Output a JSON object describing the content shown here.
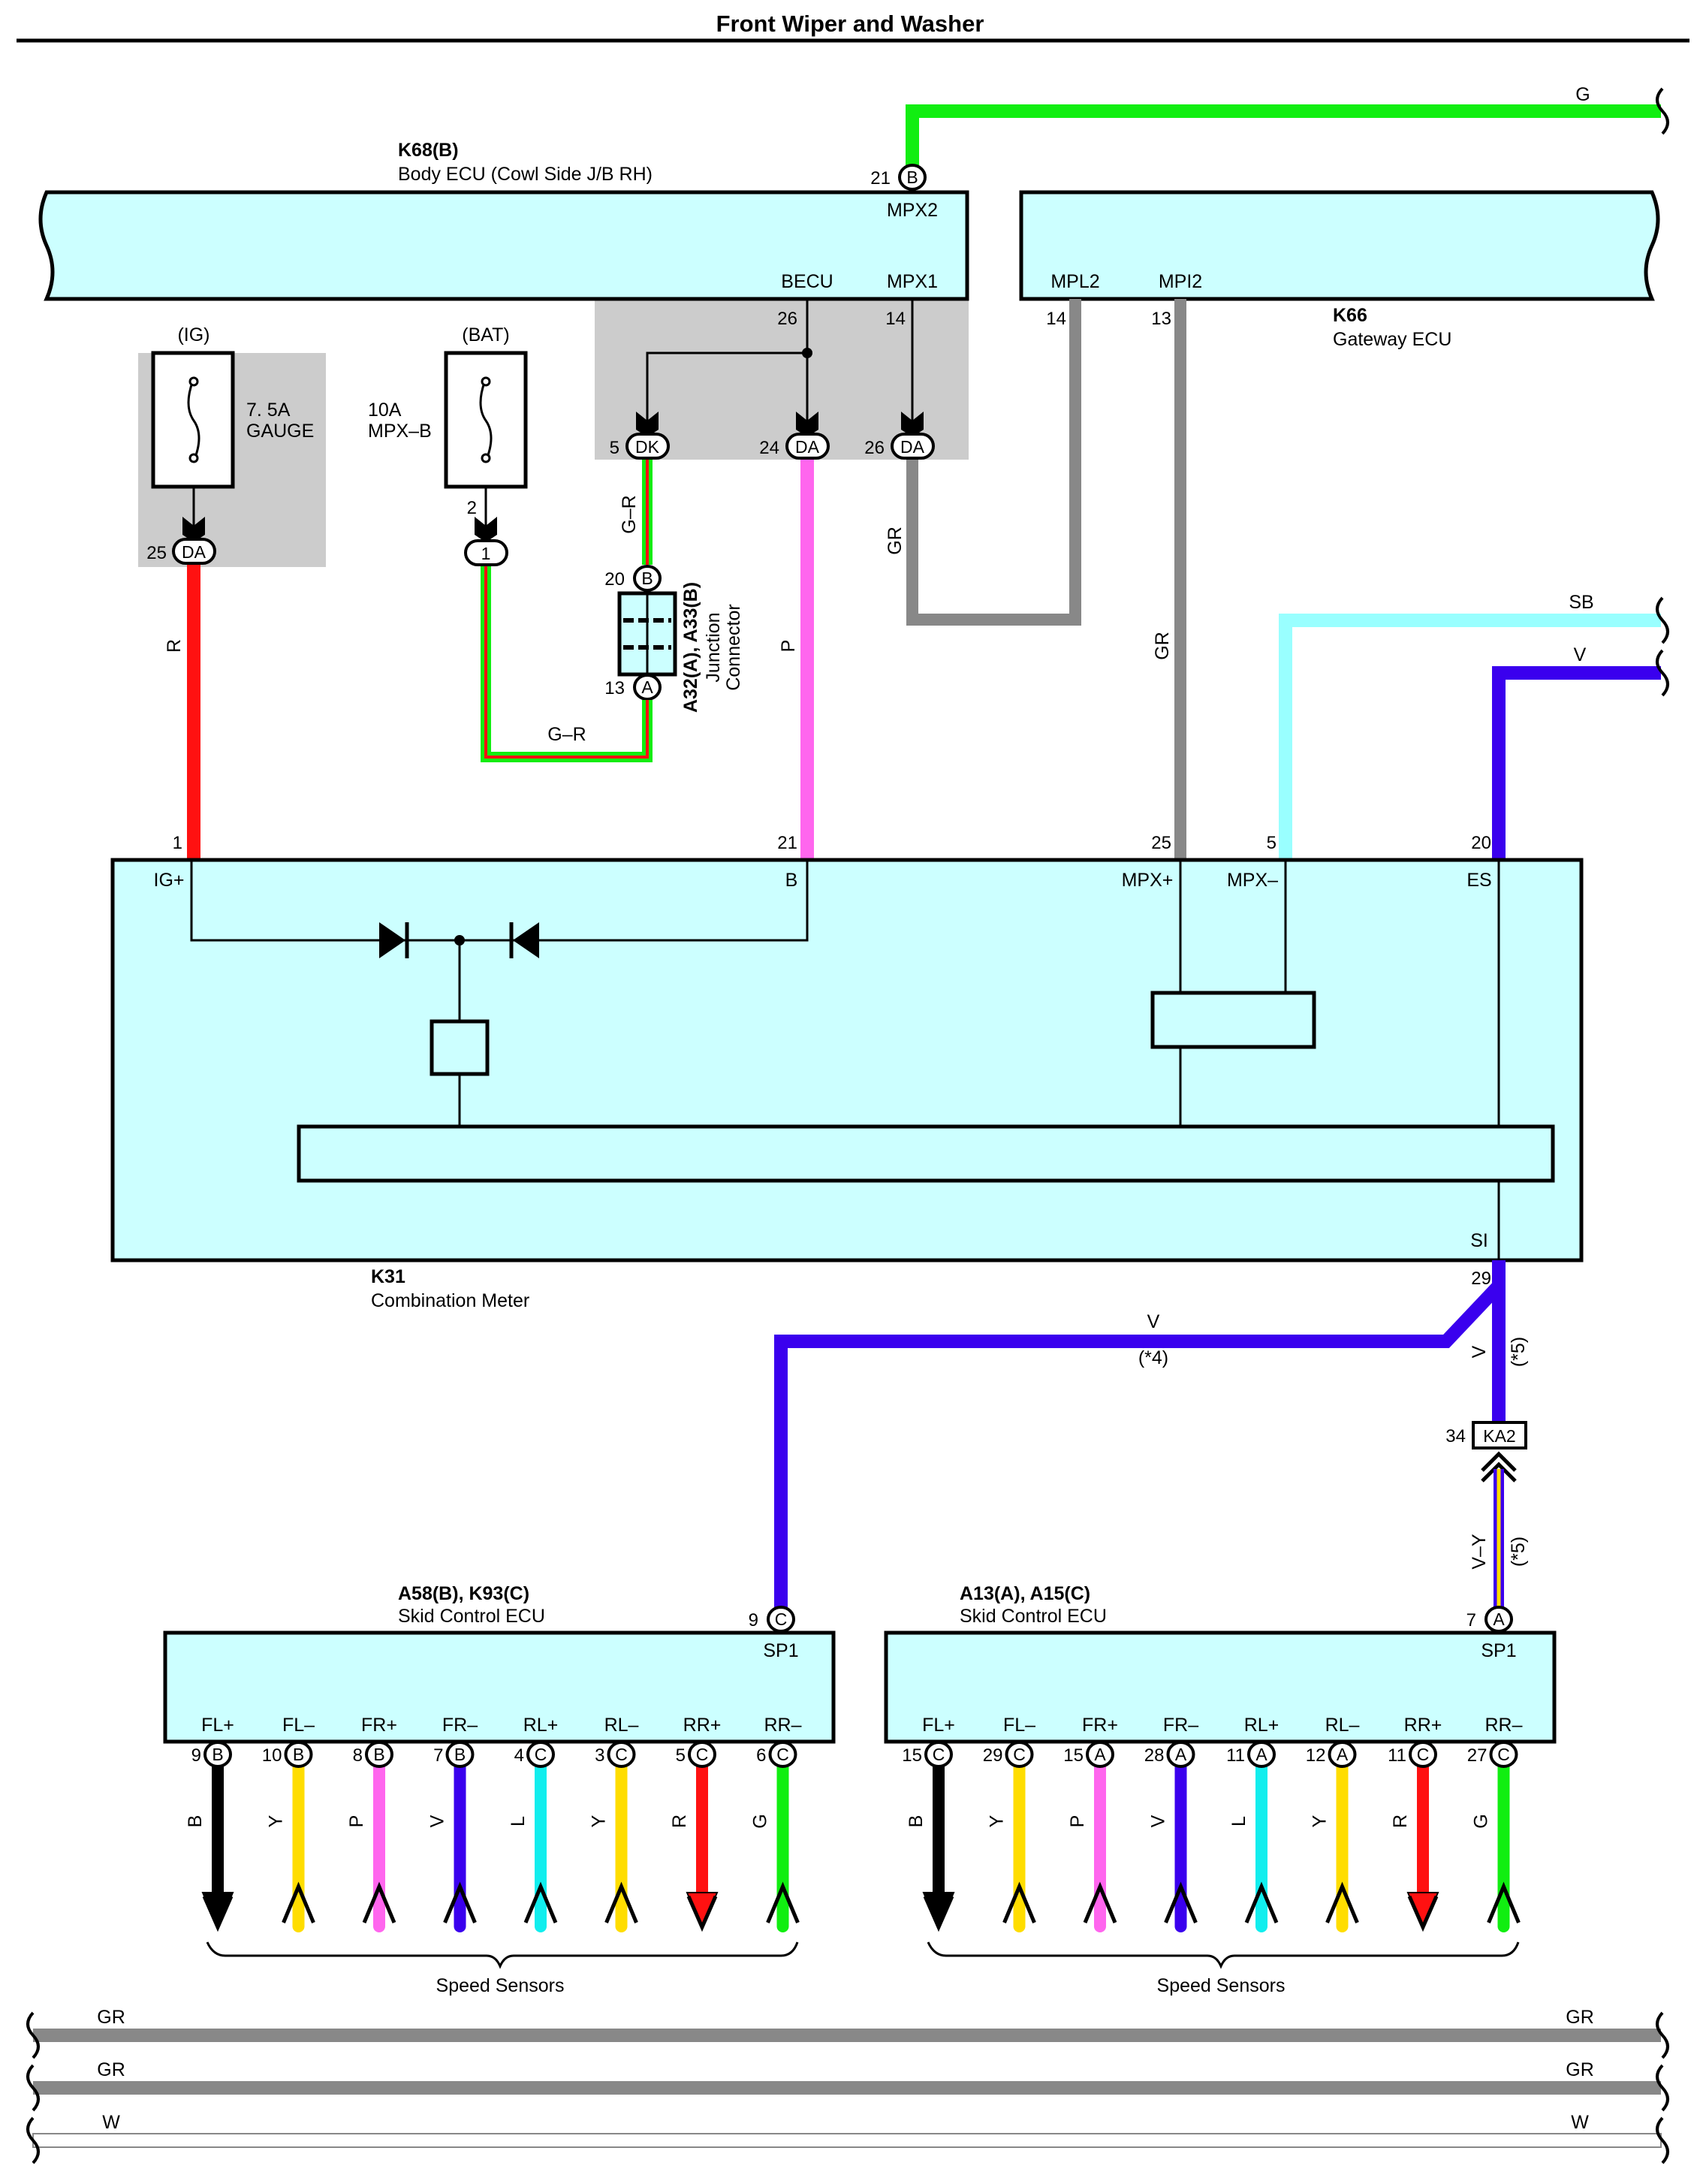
{
  "title": "Front Wiper and Washer",
  "components": {
    "body_ecu": {
      "ref": "K68(B)",
      "name": "Body ECU (Cowl Side J/B RH)"
    },
    "gateway_ecu": {
      "ref": "K66",
      "name": "Gateway ECU"
    },
    "combination_meter": {
      "ref": "K31",
      "name": "Combination Meter"
    },
    "junction_connector": {
      "ref": "A32(A), A33(B)",
      "name1": "Junction",
      "name2": "Connector"
    },
    "skid_left": {
      "ref": "A58(B), K93(C)",
      "name": "Skid Control ECU"
    },
    "skid_right": {
      "ref": "A13(A), A15(C)",
      "name": "Skid Control ECU"
    },
    "fuse_ig": {
      "label": "(IG)",
      "rating": "7. 5A",
      "name": "GAUGE"
    },
    "fuse_bat": {
      "label": "(BAT)",
      "rating": "10A",
      "name": "MPX–B"
    }
  },
  "terminals": {
    "mpx2": "MPX2",
    "becu": "BECU",
    "mpx1": "MPX1",
    "mpl2": "MPL2",
    "mpi2": "MPI2",
    "igp": "IG+",
    "b": "B",
    "mpxp": "MPX+",
    "mpxm": "MPX–",
    "es": "ES",
    "si": "SI",
    "sp1": "SP1"
  },
  "pins": {
    "p21": "21",
    "p26": "26",
    "p14": "14",
    "p14b": "14",
    "p13": "13",
    "p5": "5",
    "p24": "24",
    "p26b": "26",
    "p25": "25",
    "p2": "2",
    "p20": "20",
    "p13b": "13",
    "p1": "1",
    "p21b": "21",
    "p25b": "25",
    "p5b": "5",
    "p20b": "20",
    "p29": "29",
    "p34": "34",
    "p9": "9",
    "p7": "7"
  },
  "connectors": {
    "b": "B",
    "dk": "DK",
    "da": "DA",
    "one": "1",
    "a": "A",
    "c": "C",
    "ka2": "KA2"
  },
  "wires": {
    "g": "G",
    "gr": "G–R",
    "gr_b": "G–R",
    "r": "R",
    "p": "P",
    "gray1": "GR",
    "gray2": "GR",
    "sb": "SB",
    "v": "V",
    "v2": "V",
    "n4": "(*4)",
    "v3": "V",
    "n5": "(*5)",
    "vy": "V–Y",
    "n5b": "(*5)"
  },
  "sensors": {
    "left_label": "Speed Sensors",
    "right_label": "Speed Sensors",
    "left": [
      {
        "term": "FL+",
        "pin": "9",
        "conn": "B",
        "wire": "B",
        "color": "#000000",
        "dir": "down"
      },
      {
        "term": "FL–",
        "pin": "10",
        "conn": "B",
        "wire": "Y",
        "color": "#ffdd00",
        "dir": "up"
      },
      {
        "term": "FR+",
        "pin": "8",
        "conn": "B",
        "wire": "P",
        "color": "#ff66ee",
        "dir": "up"
      },
      {
        "term": "FR–",
        "pin": "7",
        "conn": "B",
        "wire": "V",
        "color": "#3a00ee",
        "dir": "up"
      },
      {
        "term": "RL+",
        "pin": "4",
        "conn": "C",
        "wire": "L",
        "color": "#11eeee",
        "dir": "up"
      },
      {
        "term": "RL–",
        "pin": "3",
        "conn": "C",
        "wire": "Y",
        "color": "#ffdd00",
        "dir": "up"
      },
      {
        "term": "RR+",
        "pin": "5",
        "conn": "C",
        "wire": "R",
        "color": "#ff1111",
        "dir": "down"
      },
      {
        "term": "RR–",
        "pin": "6",
        "conn": "C",
        "wire": "G",
        "color": "#11ee11",
        "dir": "up"
      }
    ],
    "right": [
      {
        "term": "FL+",
        "pin": "15",
        "conn": "C",
        "wire": "B",
        "color": "#000000",
        "dir": "down"
      },
      {
        "term": "FL–",
        "pin": "29",
        "conn": "C",
        "wire": "Y",
        "color": "#ffdd00",
        "dir": "up"
      },
      {
        "term": "FR+",
        "pin": "15",
        "conn": "A",
        "wire": "P",
        "color": "#ff66ee",
        "dir": "up"
      },
      {
        "term": "FR–",
        "pin": "28",
        "conn": "A",
        "wire": "V",
        "color": "#3a00ee",
        "dir": "up"
      },
      {
        "term": "RL+",
        "pin": "11",
        "conn": "A",
        "wire": "L",
        "color": "#11eeee",
        "dir": "up"
      },
      {
        "term": "RL–",
        "pin": "12",
        "conn": "A",
        "wire": "Y",
        "color": "#ffdd00",
        "dir": "up"
      },
      {
        "term": "RR+",
        "pin": "11",
        "conn": "C",
        "wire": "R",
        "color": "#ff1111",
        "dir": "down"
      },
      {
        "term": "RR–",
        "pin": "27",
        "conn": "C",
        "wire": "G",
        "color": "#11ee11",
        "dir": "up"
      }
    ]
  },
  "bus_lines": [
    {
      "name": "GR",
      "color": "#888888"
    },
    {
      "name": "GR",
      "color": "#888888"
    },
    {
      "name": "W",
      "color": "#ffffff"
    }
  ],
  "colors": {
    "green": "#11ee11",
    "red": "#ff1111",
    "pink": "#ff66ee",
    "gray": "#888888",
    "sky": "#99ffff",
    "violet": "#3a00ee",
    "ecu_fill": "#ccffff"
  }
}
